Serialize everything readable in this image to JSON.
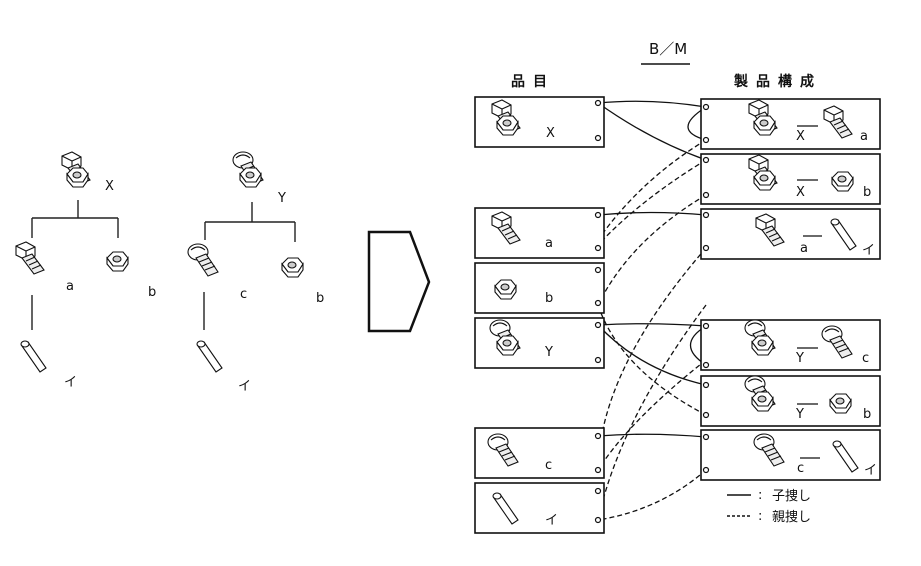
{
  "title": "B／M",
  "left_trees": [
    {
      "parent": "X",
      "children": [
        "a",
        "b"
      ],
      "grandchild": {
        "under": "a",
        "label": "イ"
      }
    },
    {
      "parent": "Y",
      "children": [
        "c",
        "b"
      ],
      "grandchild": {
        "under": "c",
        "label": "イ"
      }
    }
  ],
  "item_master": {
    "header": "品目",
    "items": [
      {
        "label": "X",
        "icon": "hex-bolt-with-nut-icon"
      },
      {
        "label": "a",
        "icon": "hex-bolt-icon"
      },
      {
        "label": "b",
        "icon": "hex-nut-icon"
      },
      {
        "label": "Y",
        "icon": "round-bolt-with-nut-icon"
      },
      {
        "label": "c",
        "icon": "round-head-screw-icon"
      },
      {
        "label": "イ",
        "icon": "pin-icon"
      }
    ]
  },
  "product_structure": {
    "header": "製品構成",
    "records": [
      {
        "parent": "X",
        "child": "a"
      },
      {
        "parent": "X",
        "child": "b"
      },
      {
        "parent": "a",
        "child": "イ"
      },
      {
        "parent": "Y",
        "child": "c"
      },
      {
        "parent": "Y",
        "child": "b"
      },
      {
        "parent": "c",
        "child": "イ"
      }
    ]
  },
  "legend": [
    {
      "style": "solid",
      "label": "子捜し"
    },
    {
      "style": "dashed",
      "label": "親捜し"
    }
  ]
}
